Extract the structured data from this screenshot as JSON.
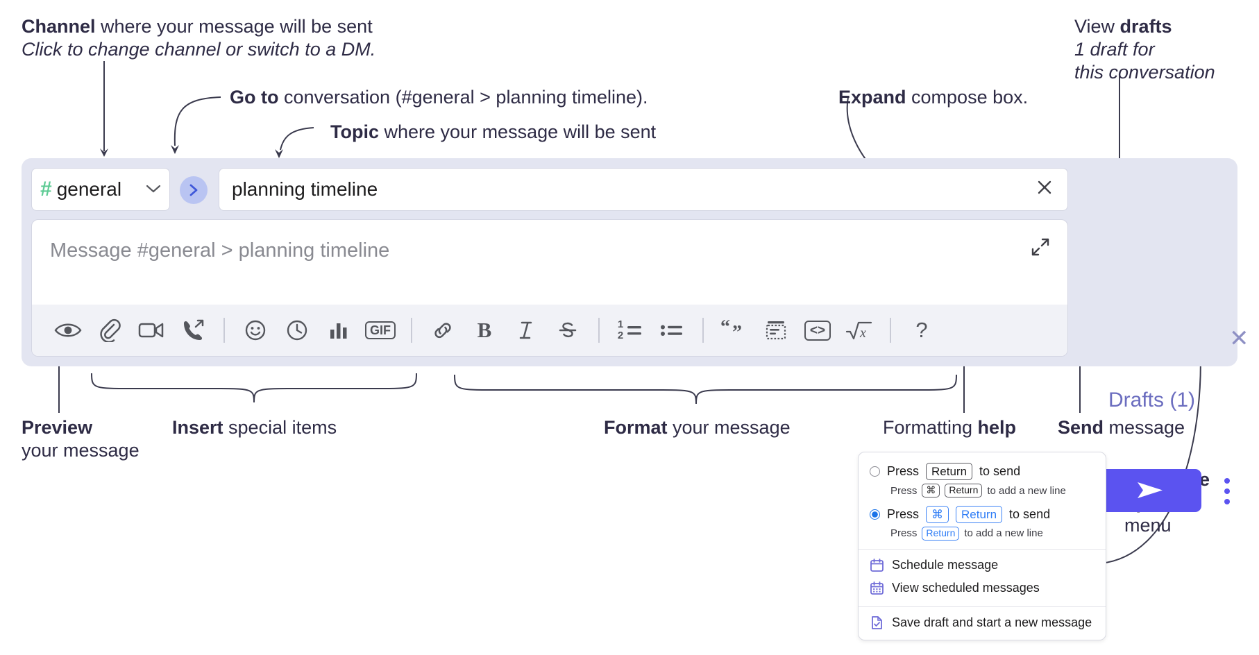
{
  "annotations": {
    "channel": {
      "line1_bold": "Channel",
      "line1_rest": " where your message will be sent",
      "line2_italic": "Click to change channel or switch to a DM."
    },
    "goto": {
      "bold": "Go to",
      "rest": " conversation (#general > planning timeline)."
    },
    "topic": {
      "bold": "Topic",
      "rest": " where your message will be sent"
    },
    "expand": {
      "bold": "Expand",
      "rest": " compose box."
    },
    "drafts": {
      "line1_rest": "View ",
      "line1_bold": "drafts",
      "line2_italic": "1 draft for",
      "line3_italic": "this conversation"
    },
    "preview": {
      "line1_bold": "Preview",
      "line2": "your message"
    },
    "insert": {
      "bold": "Insert",
      "rest": " special items"
    },
    "format": {
      "bold": "Format",
      "rest": " your message"
    },
    "help": {
      "rest": "Formatting ",
      "bold": "help"
    },
    "send": {
      "bold": "Send",
      "rest": " message"
    },
    "compose_options": {
      "line1_bold": "Compose",
      "line2_bold": "options",
      "line3": "menu"
    }
  },
  "compose": {
    "channel_name": "general",
    "channel_icon": "hash-icon",
    "chevron_icon": "chevron-down-icon",
    "goto_icon": "chevron-right-icon",
    "topic_value": "planning timeline",
    "topic_clear_icon": "close-icon",
    "message_placeholder": "Message #general > planning timeline",
    "expand_icon": "expand-diagonal-icon",
    "panel_close_icon": "close-icon",
    "drafts_label": "Drafts (1)",
    "send_icon": "send-paper-plane-icon",
    "options_icon": "kebab-menu-icon",
    "accent_color": "#5b53f0",
    "drafts_color": "#6b6dbf",
    "hash_color": "#5ecb94",
    "panel_bg": "#e3e5f1"
  },
  "toolbar": {
    "items": [
      {
        "name": "preview-icon",
        "label": "Preview"
      },
      {
        "name": "attachment-icon",
        "label": "Attach file"
      },
      {
        "name": "video-camera-icon",
        "label": "Video clip"
      },
      {
        "name": "audio-clip-icon",
        "label": "Audio clip"
      },
      {
        "name": "separator",
        "label": ""
      },
      {
        "name": "emoji-icon",
        "label": "Emoji"
      },
      {
        "name": "clock-icon",
        "label": "Reminder"
      },
      {
        "name": "poll-icon",
        "label": "Poll"
      },
      {
        "name": "gif-icon",
        "label": "GIF"
      },
      {
        "name": "separator",
        "label": ""
      },
      {
        "name": "link-icon",
        "label": "Link"
      },
      {
        "name": "bold-icon",
        "label": "B"
      },
      {
        "name": "italic-icon",
        "label": "I"
      },
      {
        "name": "strikethrough-icon",
        "label": "S"
      },
      {
        "name": "separator",
        "label": ""
      },
      {
        "name": "ordered-list-icon",
        "label": "Ordered list"
      },
      {
        "name": "bulleted-list-icon",
        "label": "Bulleted list"
      },
      {
        "name": "separator",
        "label": ""
      },
      {
        "name": "blockquote-icon",
        "label": "Blockquote"
      },
      {
        "name": "code-block-icon",
        "label": "Code block"
      },
      {
        "name": "code-icon",
        "label": "Code"
      },
      {
        "name": "math-icon",
        "label": "Math"
      },
      {
        "name": "separator",
        "label": ""
      },
      {
        "name": "help-icon",
        "label": "?"
      }
    ],
    "gif_label": "GIF",
    "bold_label": "B",
    "italic_label": "I",
    "strike_label": "S",
    "code_label": "<>",
    "help_label": "?",
    "ol_num1": "1",
    "ol_num2": "2"
  },
  "options_menu": {
    "option1": {
      "selected": false,
      "press": "Press",
      "key": "Return",
      "tail": "to send",
      "sub_press": "Press",
      "sub_key1": "⌘",
      "sub_key2": "Return",
      "sub_tail": "to add a new line"
    },
    "option2": {
      "selected": true,
      "press": "Press",
      "key1": "⌘",
      "key2": "Return",
      "tail": "to send",
      "sub_press": "Press",
      "sub_key": "Return",
      "sub_tail": "to add a new line"
    },
    "items": [
      {
        "icon": "calendar-schedule-icon",
        "label": "Schedule message"
      },
      {
        "icon": "calendar-grid-icon",
        "label": "View scheduled messages"
      },
      {
        "icon": "save-draft-icon",
        "label": "Save draft and start a new message"
      }
    ]
  }
}
